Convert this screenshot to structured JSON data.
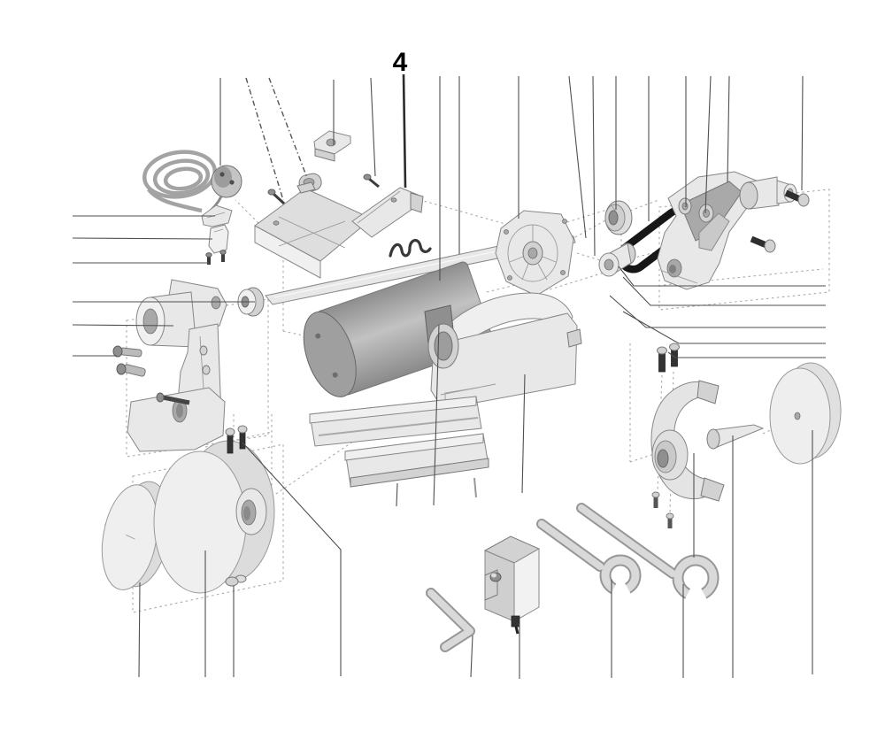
{
  "figure": {
    "type": "exploded-parts-diagram",
    "callout_label": "4"
  },
  "colors": {
    "bg": "#ffffff",
    "line": "#4f4f4f",
    "dash": "#aaaaaa",
    "outline": "#878787",
    "fill1": "#e8e8e8",
    "fill2": "#d2d2d2",
    "belt": "#171717",
    "label": "#000000"
  },
  "parts": [
    "power-cord-with-plug",
    "cord-clamp",
    "cable-sleeve",
    "small-screws-pair",
    "switch-bracket",
    "oval-nut",
    "spark-guard-cover",
    "wire-spring",
    "support-shaft",
    "motor",
    "motor-end-bell",
    "flange-washer",
    "drive-pulley",
    "drive-belt",
    "right-bracket-arm",
    "spindle-boss",
    "motor-housing-cover",
    "base-rail-profiles",
    "left-bracket-arm",
    "bearing-flange",
    "hex-socket-screws",
    "grinding-disc-left",
    "polishing-wheel",
    "hex-nut",
    "wheel-guard-right",
    "cone-arbor",
    "polishing-disc-right",
    "hex-key",
    "clamp-bracket",
    "open-end-wrench-small",
    "open-end-wrench-large"
  ]
}
